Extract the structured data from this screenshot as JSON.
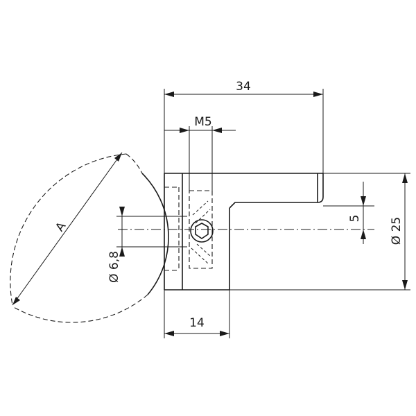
{
  "dimensions": {
    "overall_length": "34",
    "thread": "M5",
    "clamp_width": "14",
    "offset": "5",
    "diameter_large": "Ø 25",
    "diameter_small": "Ø 6,8",
    "radius_label": "A"
  }
}
